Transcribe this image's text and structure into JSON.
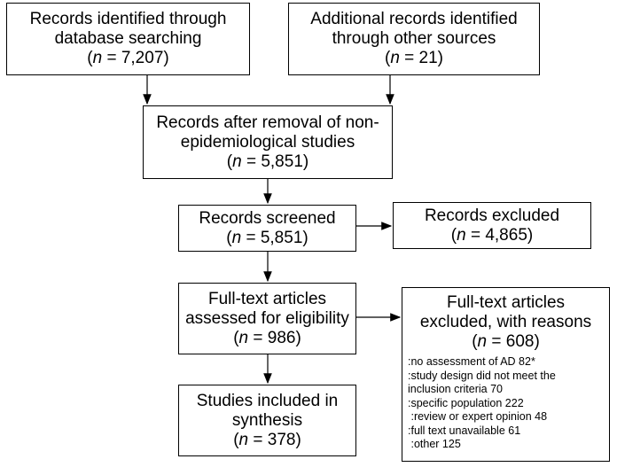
{
  "boxes": {
    "db_search": {
      "line1": "Records identified through",
      "line2": "database searching",
      "n_label": "n",
      "n_value": " = 7,207)"
    },
    "other_sources": {
      "line1": "Additional records identified",
      "line2": "through other sources",
      "n_label": "n",
      "n_value": " = 21)"
    },
    "after_removal": {
      "line1": "Records after removal of non-",
      "line2": "epidemiological studies",
      "n_label": "n",
      "n_value": " = 5,851)"
    },
    "screened": {
      "line1": "Records screened",
      "n_label": "n",
      "n_value": " = 5,851)"
    },
    "excluded": {
      "line1": "Records excluded",
      "n_label": "n",
      "n_value": " = 4,865)"
    },
    "fulltext": {
      "line1": "Full-text articles",
      "line2": "assessed for eligibility",
      "n_label": "n",
      "n_value": " = 986)"
    },
    "fulltext_excluded": {
      "line1": "Full-text articles",
      "line2": "excluded, with reasons",
      "n_label": "n",
      "n_value": " = 608)",
      "reasons": [
        ":no assessment of AD 82*",
        ":study design did not meet the",
        "inclusion criteria 70",
        ":specific population 222",
        " :review or expert opinion 48",
        ":full text unavailable 61",
        " :other 125"
      ]
    },
    "included": {
      "line1": "Studies included in",
      "line2": "synthesis",
      "n_label": "n",
      "n_value": " = 378)"
    }
  },
  "open_paren": "("
}
